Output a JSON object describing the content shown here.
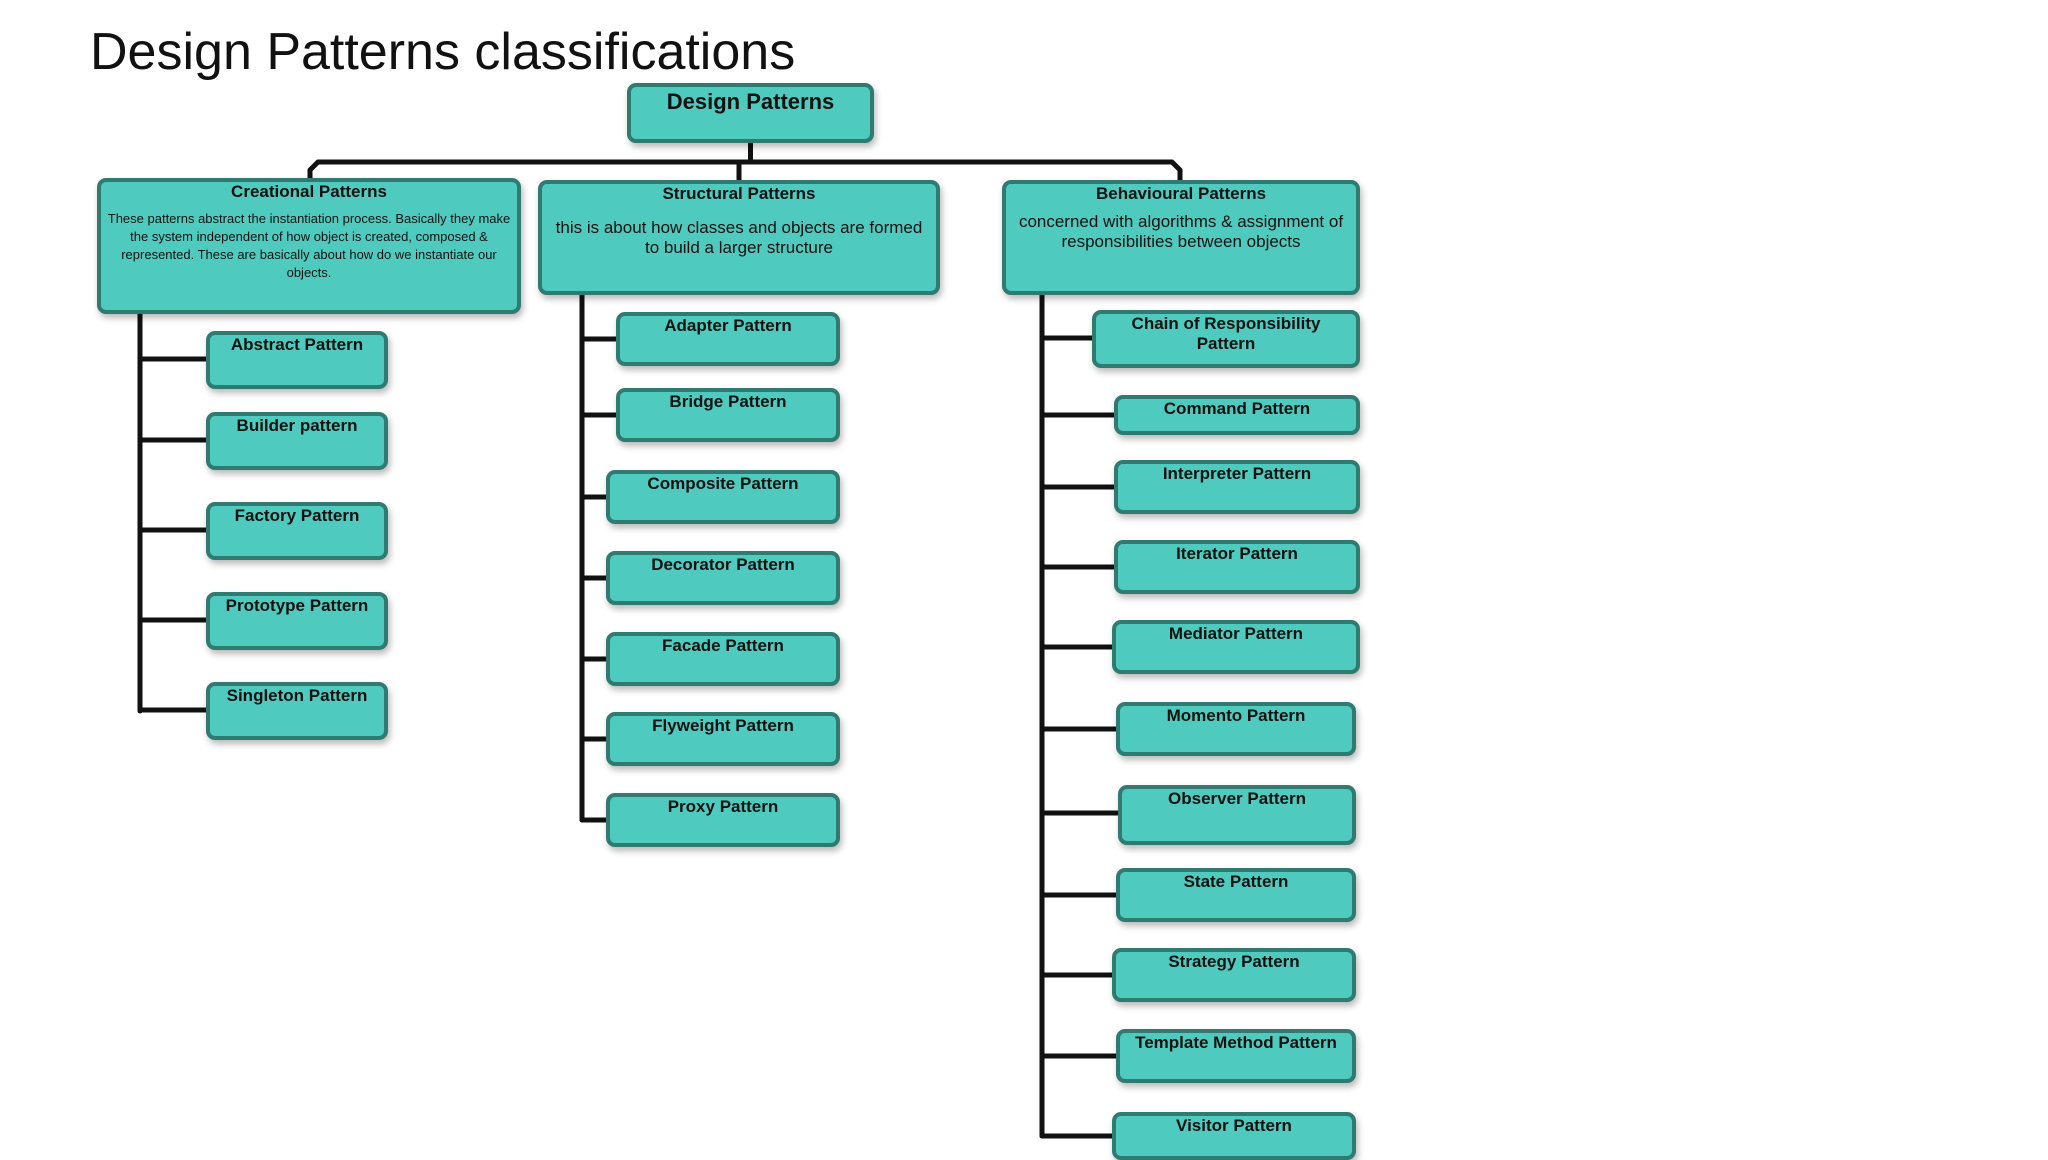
{
  "title": "Design Patterns classifications",
  "colors": {
    "box_fill": "#4ecbbe",
    "box_border": "#2f7b72",
    "connector": "#111111"
  },
  "root": "Design Patterns",
  "categories": [
    {
      "name": "Creational Patterns",
      "description": "These patterns abstract the instantiation process. Basically they make the system independent of how object is created, composed & represented. These are basically about how do we instantiate our objects.",
      "patterns": [
        "Abstract Pattern",
        "Builder pattern",
        "Factory Pattern",
        "Prototype Pattern",
        "Singleton Pattern"
      ]
    },
    {
      "name": "Structural Patterns",
      "description": "this is about how classes and objects are formed to build a larger structure",
      "patterns": [
        "Adapter Pattern",
        "Bridge Pattern",
        "Composite Pattern",
        "Decorator Pattern",
        "Facade Pattern",
        "Flyweight Pattern",
        "Proxy Pattern"
      ]
    },
    {
      "name": "Behavioural Patterns",
      "description": "concerned with algorithms & assignment of responsibilities between objects",
      "patterns": [
        "Chain of Responsibility Pattern",
        "Command Pattern",
        "Interpreter Pattern",
        "Iterator Pattern",
        "Mediator Pattern",
        "Momento Pattern",
        "Observer Pattern",
        "State Pattern",
        "Strategy Pattern",
        "Template Method Pattern",
        "Visitor Pattern"
      ]
    }
  ]
}
